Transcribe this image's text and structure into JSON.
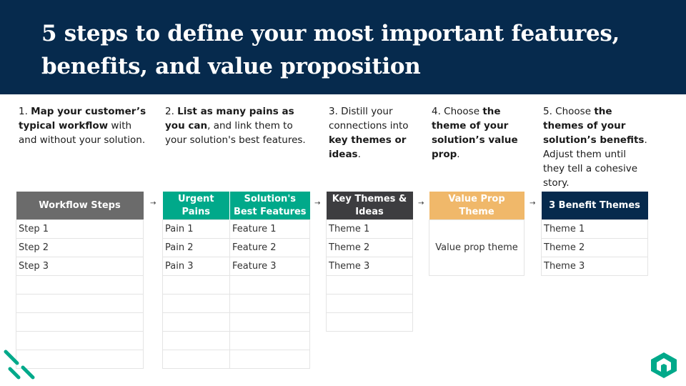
{
  "title": "5 steps to define your most important features, benefits, and value proposition",
  "steps": [
    [
      {
        "t": "1. ",
        "b": false
      },
      {
        "t": "Map your customer’s typical workflow",
        "b": true
      },
      {
        "t": " with and without your solution.",
        "b": false
      }
    ],
    [
      {
        "t": "2. ",
        "b": false
      },
      {
        "t": "List as many pains as you can",
        "b": true
      },
      {
        "t": ", and link them to your solution's best features.",
        "b": false
      }
    ],
    [
      {
        "t": "3. Distill your connections into ",
        "b": false
      },
      {
        "t": "key themes or ideas",
        "b": true
      },
      {
        "t": ".",
        "b": false
      }
    ],
    [
      {
        "t": "4. Choose ",
        "b": false
      },
      {
        "t": "the theme of your solution’s value prop",
        "b": true
      },
      {
        "t": ".",
        "b": false
      }
    ],
    [
      {
        "t": "5. Choose ",
        "b": false
      },
      {
        "t": "the themes of your solution’s benefits",
        "b": true
      },
      {
        "t": ". Adjust them until they tell a cohesive story.",
        "b": false
      }
    ]
  ],
  "arrow_glyph": "→",
  "tables": {
    "workflow": {
      "headers": [
        "Workflow Steps"
      ],
      "rows": [
        [
          "Step 1"
        ],
        [
          "Step 2"
        ],
        [
          "Step 3"
        ],
        [
          ""
        ],
        [
          ""
        ],
        [
          ""
        ],
        [
          ""
        ],
        [
          ""
        ]
      ],
      "color": "#6b6b6b"
    },
    "pains": {
      "headers": [
        "Urgent Pains",
        "Solution's Best Features"
      ],
      "rows": [
        [
          "Pain 1",
          "Feature 1"
        ],
        [
          "Pain 2",
          "Feature 2"
        ],
        [
          "Pain 3",
          "Feature 3"
        ],
        [
          "",
          ""
        ],
        [
          "",
          ""
        ],
        [
          "",
          ""
        ],
        [
          "",
          ""
        ],
        [
          "",
          ""
        ]
      ],
      "color": "#00a98a"
    },
    "themes": {
      "headers": [
        "Key Themes & Ideas"
      ],
      "rows": [
        [
          "Theme 1"
        ],
        [
          "Theme 2"
        ],
        [
          "Theme 3"
        ],
        [
          ""
        ],
        [
          ""
        ],
        [
          ""
        ]
      ],
      "color": "#3d3d40"
    },
    "value_prop": {
      "headers": [
        "Value Prop Theme"
      ],
      "value": "Value prop theme",
      "color": "#f0b86a"
    },
    "benefits": {
      "headers": [
        "3 Benefit Themes"
      ],
      "rows": [
        [
          "Theme 1"
        ],
        [
          "Theme 2"
        ],
        [
          "Theme 3"
        ]
      ],
      "color": "#062a4d"
    }
  },
  "colors": {
    "header_bg": "#062a4d",
    "accent": "#00a98a"
  },
  "icons": {
    "corner_mark": "diagonal-stripes-icon",
    "logo": "hexagon-logo-icon"
  }
}
